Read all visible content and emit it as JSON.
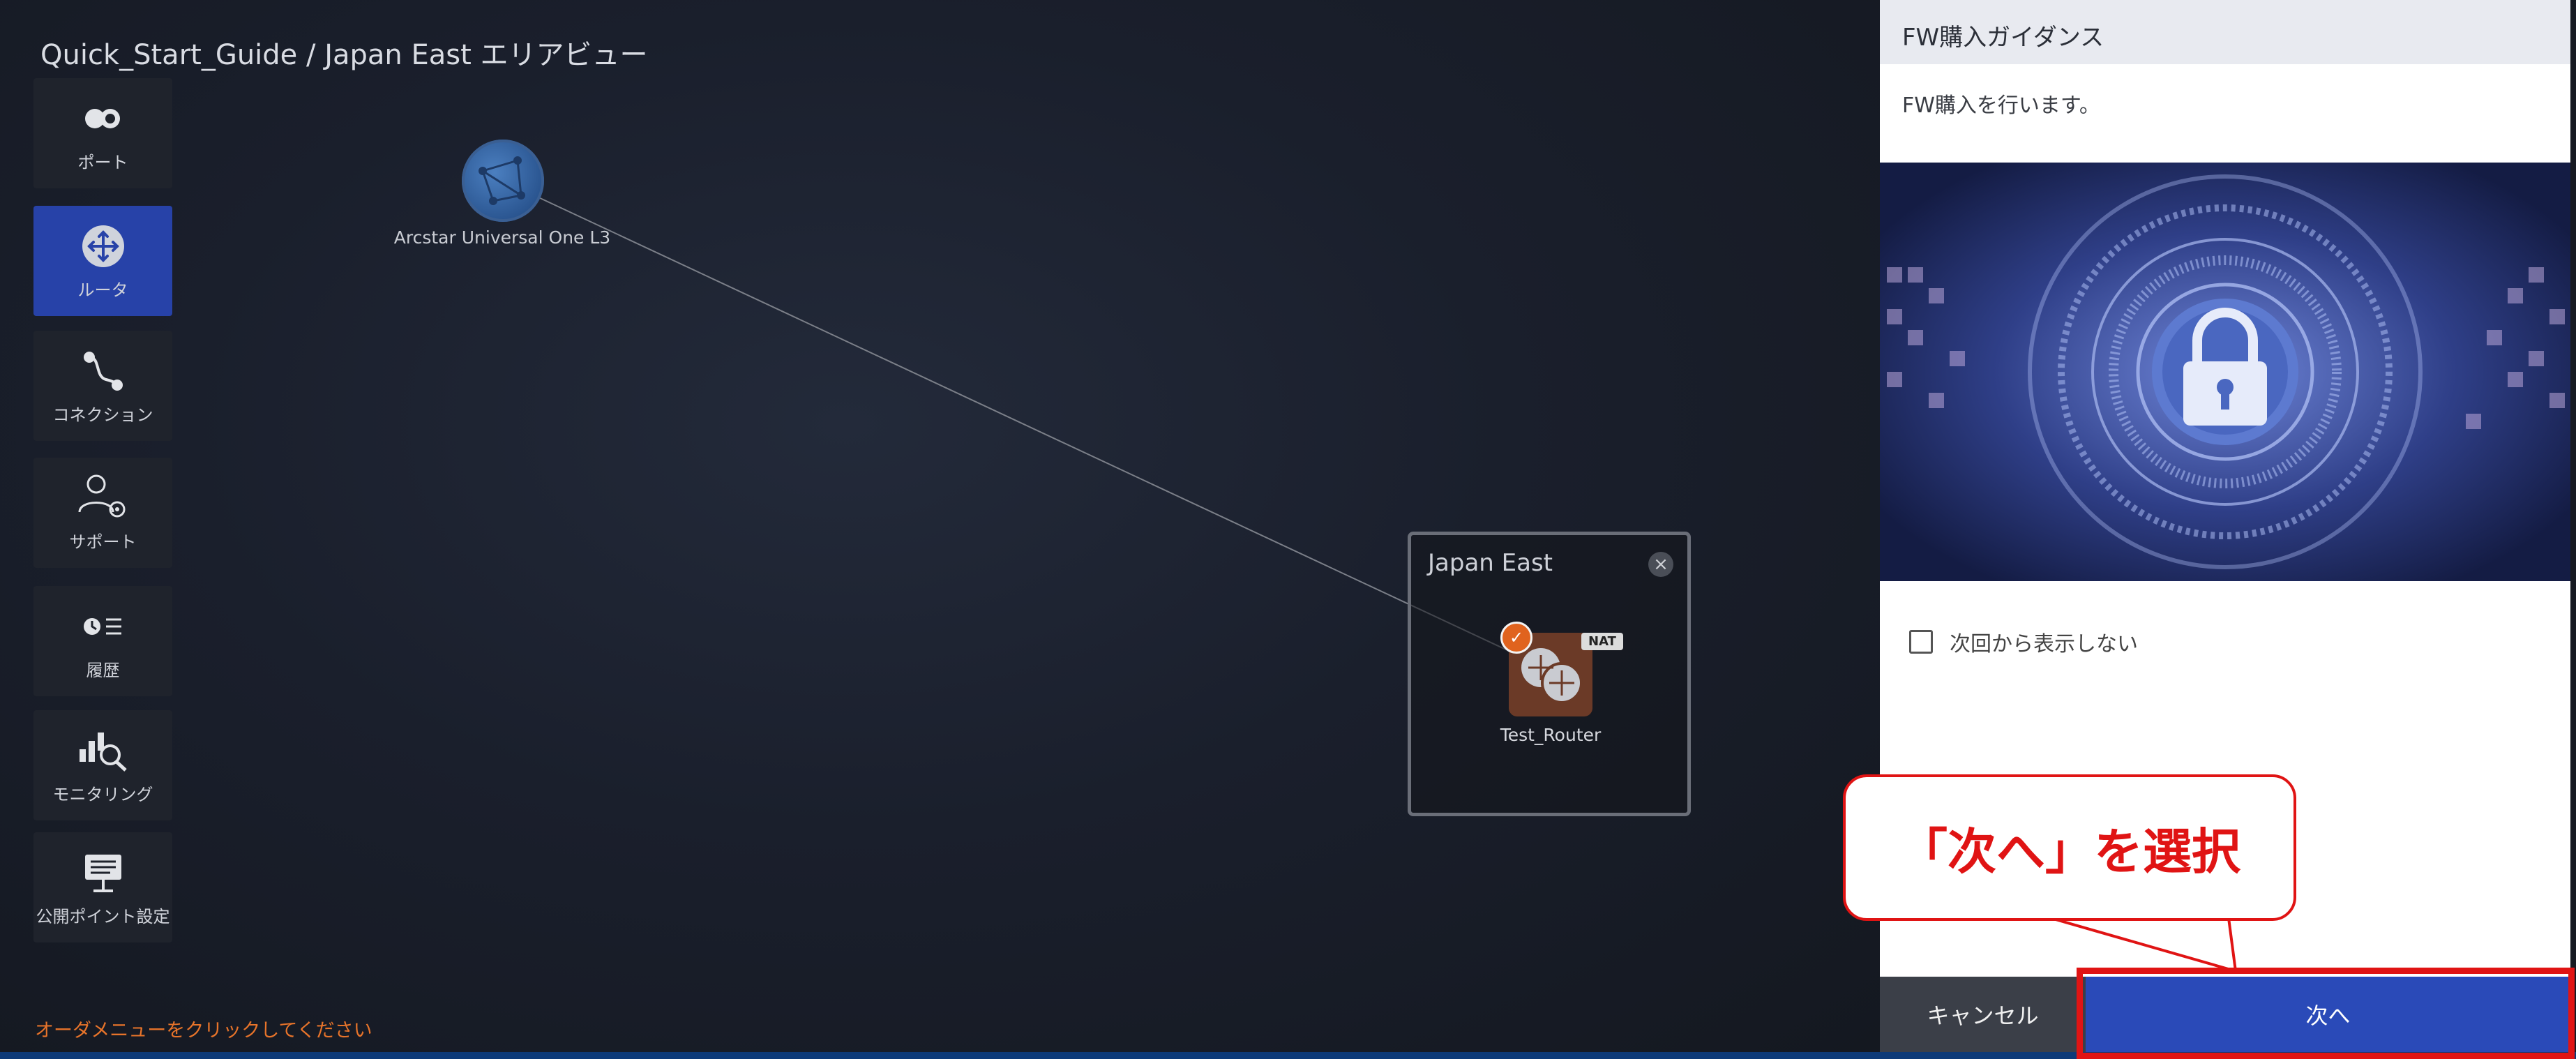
{
  "header": {
    "title": "Quick_Start_Guide / Japan East エリアビュー"
  },
  "sidebar": {
    "items": [
      {
        "label": "ポート",
        "icon": "port-icon"
      },
      {
        "label": "ルータ",
        "icon": "router-icon",
        "active": true
      },
      {
        "label": "コネクション",
        "icon": "connection-icon"
      },
      {
        "label": "サポート",
        "icon": "support-icon"
      },
      {
        "label": "履歴",
        "icon": "history-icon"
      },
      {
        "label": "モニタリング",
        "icon": "monitoring-icon"
      },
      {
        "label": "公開ポイント設定",
        "icon": "public-point-icon"
      }
    ]
  },
  "canvas": {
    "cloud_label": "Arcstar Universal One L3",
    "area": {
      "title": "Japan East",
      "router_label": "Test_Router",
      "nat_badge": "NAT"
    },
    "order_hint": "オーダメニューをクリックしてください"
  },
  "panel": {
    "title": "FW購入ガイダンス",
    "description": "FW購入を行います。",
    "checkbox_label": "次回から表示しない",
    "cancel_label": "キャンセル",
    "next_label": "次へ"
  },
  "annotation": {
    "callout_text": "「次へ」を選択"
  },
  "colors": {
    "accent_blue": "#2a4ab8",
    "highlight_red": "#e01414",
    "hint_orange": "#e8742a",
    "router_brown": "#6b3a27"
  }
}
